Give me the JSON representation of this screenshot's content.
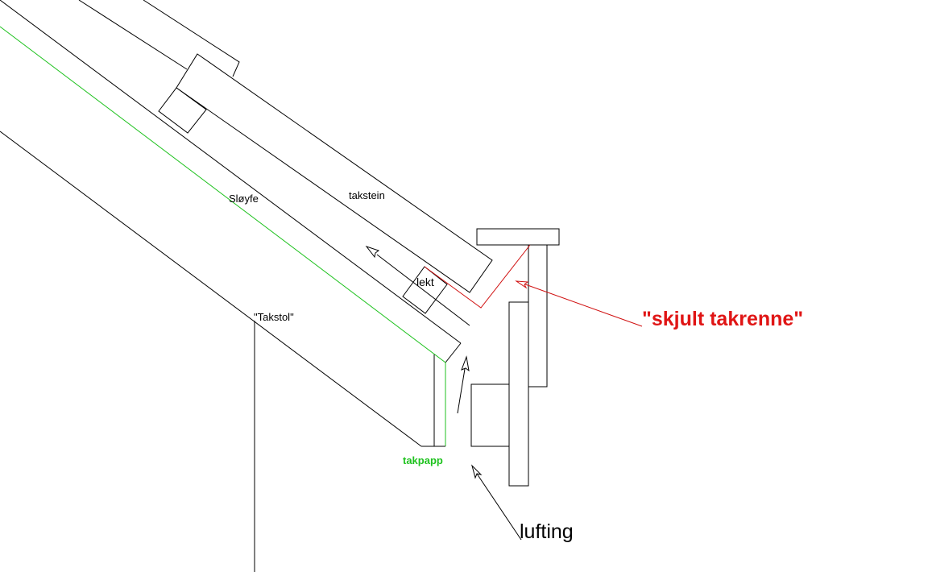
{
  "labels": {
    "sloyfe": "Sløyfe",
    "takstein": "takstein",
    "lekt": "lekt",
    "takstol": "\"Takstol\"",
    "takpapp": "takpapp",
    "skjult_takrenne": "\"skjult takrenne\"",
    "lufting": "lufting"
  },
  "colors": {
    "line": "#000000",
    "takpapp": "#1fc21f",
    "takrenne": "#d01010"
  }
}
